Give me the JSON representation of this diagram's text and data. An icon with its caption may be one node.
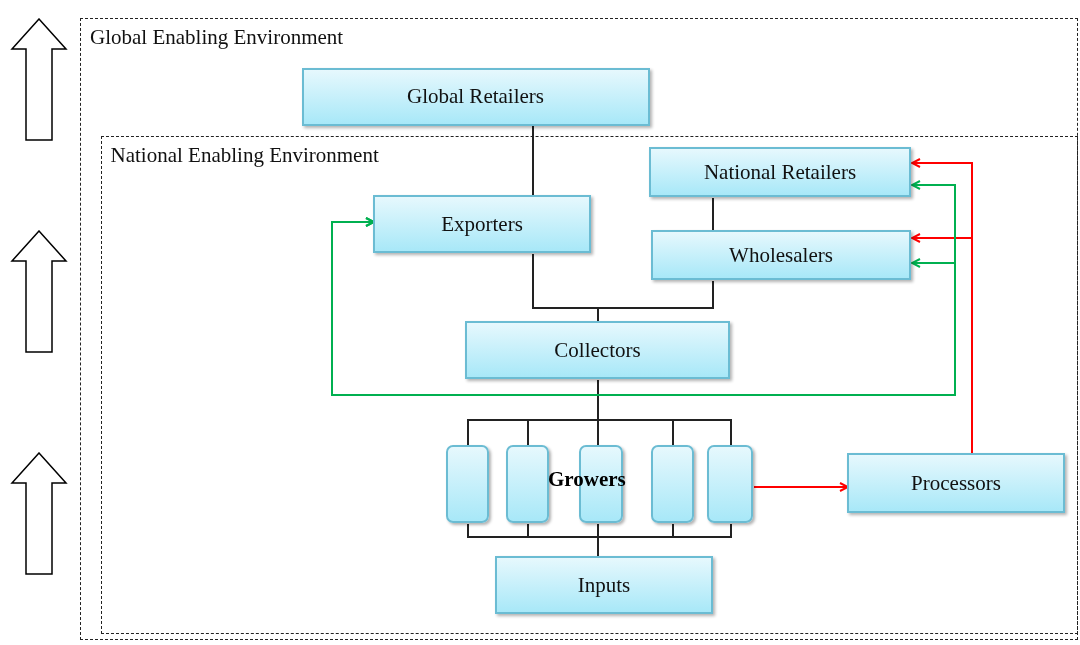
{
  "diagram": {
    "nodes": [
      {
        "text": [
          "Global Enabling Environment"
        ]
      },
      {
        "text": [
          "Global Retailers"
        ],
        "in": 0
      },
      {
        "text": [
          "National Enabling Environment"
        ],
        "in": 0
      },
      {
        "text": [
          "National Retailers"
        ],
        "in": 2
      },
      {
        "text": [
          "Exporters"
        ],
        "in": 2
      },
      {
        "text": [
          "Wholesalers"
        ],
        "in": 2
      },
      {
        "text": [
          "Collectors"
        ],
        "in": 2
      },
      {
        "text": [],
        "shape": "box",
        "in": 2
      },
      {
        "text": [],
        "shape": "box",
        "in": 2
      },
      {
        "text": [],
        "shape": "box",
        "in": 2
      },
      {
        "text": [],
        "shape": "box",
        "in": 2
      },
      {
        "text": [],
        "shape": "box",
        "in": 2
      },
      {
        "text": [
          "Processors"
        ],
        "in": 2
      },
      {
        "text": [
          "Inputs"
        ],
        "in": 2
      }
    ],
    "edges": [
      {
        "from": 1,
        "to": 4,
        "arrow": "none"
      },
      {
        "from": 3,
        "to": 5,
        "arrow": "none"
      },
      {
        "from": 4,
        "to": 6,
        "arrow": "none"
      },
      {
        "from": 5,
        "to": 6,
        "arrow": "none"
      },
      {
        "from": 6,
        "to": 7,
        "arrow": "none"
      },
      {
        "from": 6,
        "to": 8,
        "arrow": "none"
      },
      {
        "from": 6,
        "to": 9,
        "arrow": "none"
      },
      {
        "from": 6,
        "to": 10,
        "arrow": "none"
      },
      {
        "from": 6,
        "to": 11,
        "arrow": "none"
      },
      {
        "from": 7,
        "to": 13,
        "arrow": "none"
      },
      {
        "from": 8,
        "to": 13,
        "arrow": "none"
      },
      {
        "from": 9,
        "to": 13,
        "arrow": "none"
      },
      {
        "from": 10,
        "to": 13,
        "arrow": "none"
      },
      {
        "from": 11,
        "to": 13,
        "arrow": "none"
      },
      {
        "from": 11,
        "to": 12,
        "arrow": "to",
        "color": "#ff0000"
      },
      {
        "from": 12,
        "to": 3,
        "arrow": "to",
        "color": "#ff0000"
      },
      {
        "from": 12,
        "to": 5,
        "arrow": "to",
        "color": "#ff0000"
      },
      {
        "from": 4,
        "to": 3,
        "arrow": "both",
        "color": "#00b050"
      },
      {
        "from": 4,
        "to": 5,
        "arrow": "both",
        "color": "#00b050"
      }
    ],
    "labels": [
      "Growers"
    ]
  }
}
